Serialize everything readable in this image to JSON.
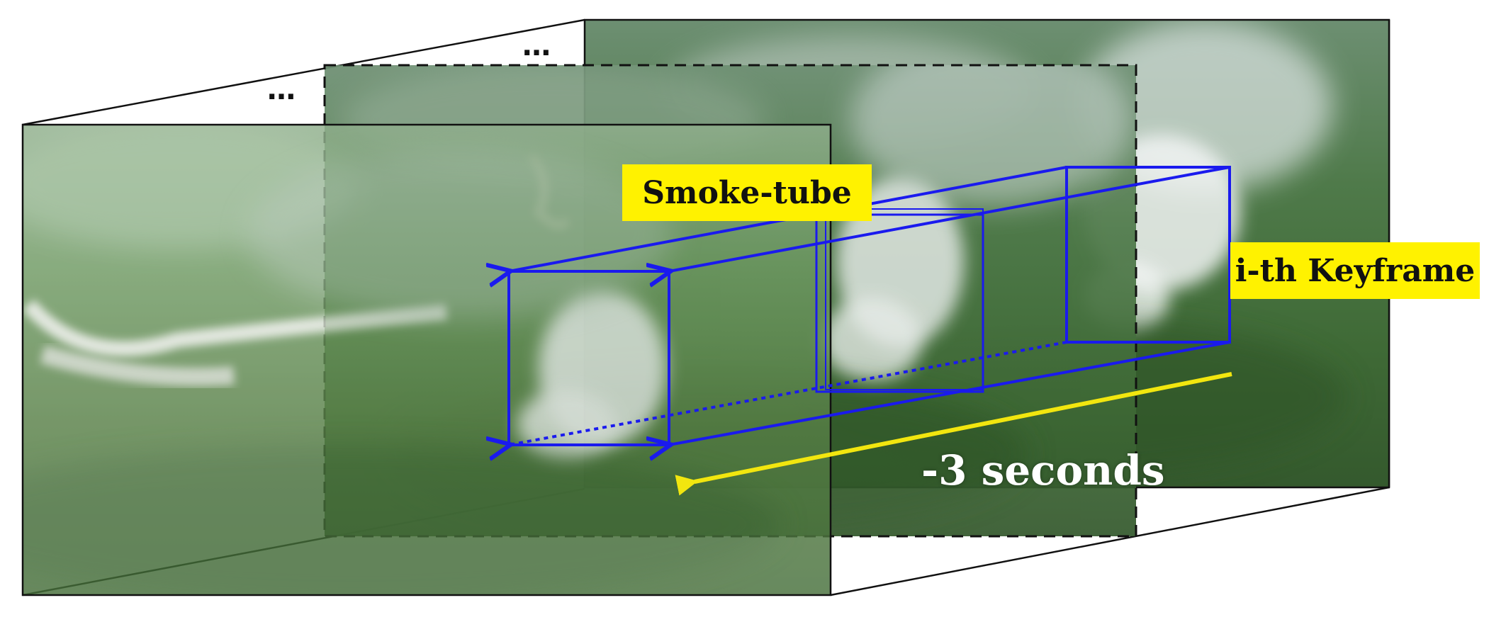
{
  "labels": {
    "smoke_tube": "Smoke-tube",
    "keyframe": "i-th Keyframe",
    "time_span": "-3 seconds",
    "ellipsis": "…"
  },
  "colors": {
    "tube": "#1a1aee",
    "label_fill": "#fff200",
    "arrow": "#f2e60f",
    "frame_border": "#111111",
    "time_text": "#ffffff"
  },
  "scene": {
    "frames": [
      "frame-back",
      "frame-middle",
      "frame-front"
    ],
    "icons": [
      "forest-aerial-photo",
      "smoke-plume"
    ]
  }
}
